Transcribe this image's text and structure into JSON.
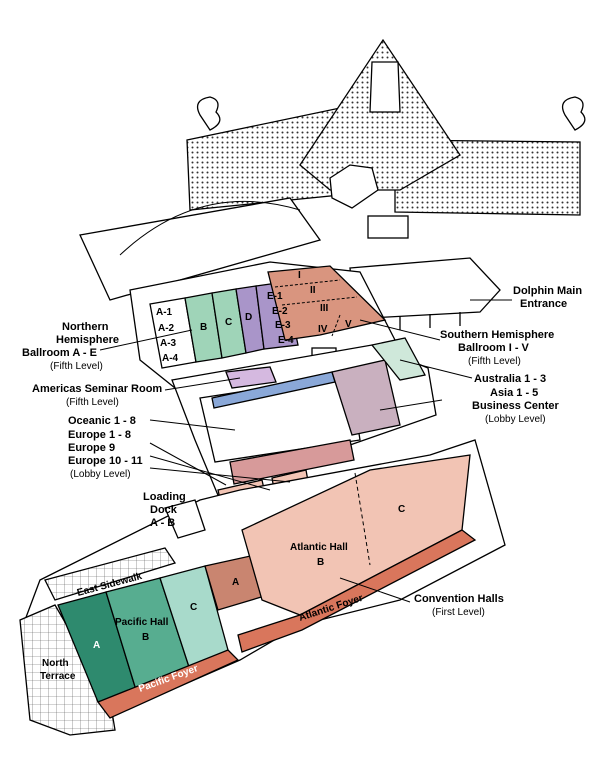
{
  "building": {
    "dolphin_main_entrance": [
      "Dolphin Main",
      "Entrance"
    ],
    "northern_hemisphere": [
      "Northern",
      "Hemisphere",
      "Ballroom A - E",
      "(Fifth Level)"
    ],
    "southern_hemisphere": [
      "Southern Hemisphere",
      "Ballroom I - V",
      "(Fifth Level)"
    ],
    "americas_seminar": [
      "Americas Seminar Room",
      "(Fifth Level)"
    ],
    "australia": "Australia 1 - 3",
    "asia_business": [
      "Asia 1 - 5",
      "Business Center",
      "(Lobby Level)"
    ],
    "oceanic": "Oceanic 1 - 8",
    "europe_1_8": "Europe 1 - 8",
    "europe_9": "Europe 9",
    "europe_10_11": [
      "Europe 10 - 11",
      "(Lobby Level)"
    ],
    "loading_dock": [
      "Loading",
      "Dock",
      "A - B"
    ],
    "convention_halls": [
      "Convention Halls",
      "(First Level)"
    ]
  },
  "rooms": {
    "north_a": [
      "A-1",
      "A-2",
      "A-3",
      "A-4"
    ],
    "north_other": [
      "B",
      "C",
      "D"
    ],
    "north_e": [
      "E-1",
      "E-2",
      "E-3",
      "E-4"
    ],
    "south": [
      "I",
      "II",
      "III",
      "IV",
      "V"
    ]
  },
  "halls": {
    "atlantic": [
      "Atlantic Hall",
      "B"
    ],
    "atlantic_a": "A",
    "atlantic_c": "C",
    "atlantic_foyer": "Atlantic Foyer",
    "pacific": [
      "Pacific Hall",
      "B"
    ],
    "pacific_a": "A",
    "pacific_c": "C",
    "pacific_foyer": "Pacific Foyer",
    "east_sidewalk": "East Sidewalk",
    "north_terrace": [
      "North",
      "Terrace"
    ]
  },
  "colors": {
    "ballroom_a_c_green": "#9fd4b8",
    "ballroom_d_e_purple": "#a995c9",
    "southern_salmon": "#d9957f",
    "atlantic_pink": "#f2c4b4",
    "atlantic_foyer": "#d9765c",
    "pacific_teal_dark": "#2e8a6e",
    "pacific_teal_mid": "#57ad90",
    "pacific_teal_light": "#a8dacb",
    "atlantic_a": "#c98570",
    "seminar_lavender": "#d5b9e0",
    "asia_mauve": "#c9b0bf",
    "australia_green": "#cfe8da",
    "europe_rose": "#d79a9a",
    "oceanic_blue": "#8aa8d8"
  }
}
